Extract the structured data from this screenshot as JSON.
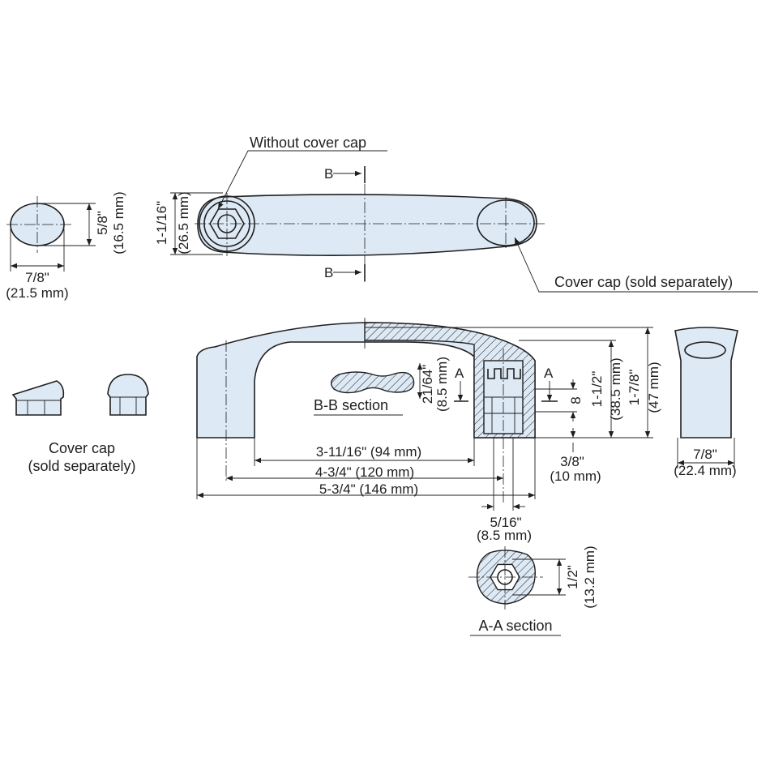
{
  "callouts": {
    "without_cover_cap": "Without cover cap",
    "cover_cap_sold": "Cover cap (sold separately)",
    "cover_cap_title": "Cover cap",
    "cover_cap_sub": "(sold separately)"
  },
  "section_markers": {
    "b_top": "B",
    "b_bottom": "B",
    "a_left": "A",
    "a_right": "A"
  },
  "section_titles": {
    "bb": "B-B section",
    "aa": "A-A section"
  },
  "dimensions": {
    "end_view_height_in": "5/8\"",
    "end_view_height_mm": "(16.5 mm)",
    "end_view_width_in": "7/8\"",
    "end_view_width_mm": "(21.5 mm)",
    "top_height_in": "1-1/16\"",
    "top_height_mm": "(26.5 mm)",
    "bb_depth_in": "21/64\"",
    "bb_depth_mm": "(8.5 mm)",
    "thread": "8",
    "base_height_in": "1-1/2\"",
    "base_height_mm": "(38.5 mm)",
    "total_height_in": "1-7/8\"",
    "total_height_mm": "(47 mm)",
    "inner_length": "3-11/16\" (94 mm)",
    "pitch_length": "4-3/4\" (120 mm)",
    "overall_length": "5-3/4\" (146 mm)",
    "bottom_depth_in": "3/8\"",
    "bottom_depth_mm": "(10 mm)",
    "hole_in": "5/16\"",
    "hole_mm": "(8.5 mm)",
    "side_width_in": "7/8\"",
    "side_width_mm": "(22.4 mm)",
    "aa_height_in": "1/2\"",
    "aa_height_mm": "(13.2 mm)"
  },
  "colors": {
    "part_fill": "#dde9f5",
    "line": "#1f1f1f"
  }
}
